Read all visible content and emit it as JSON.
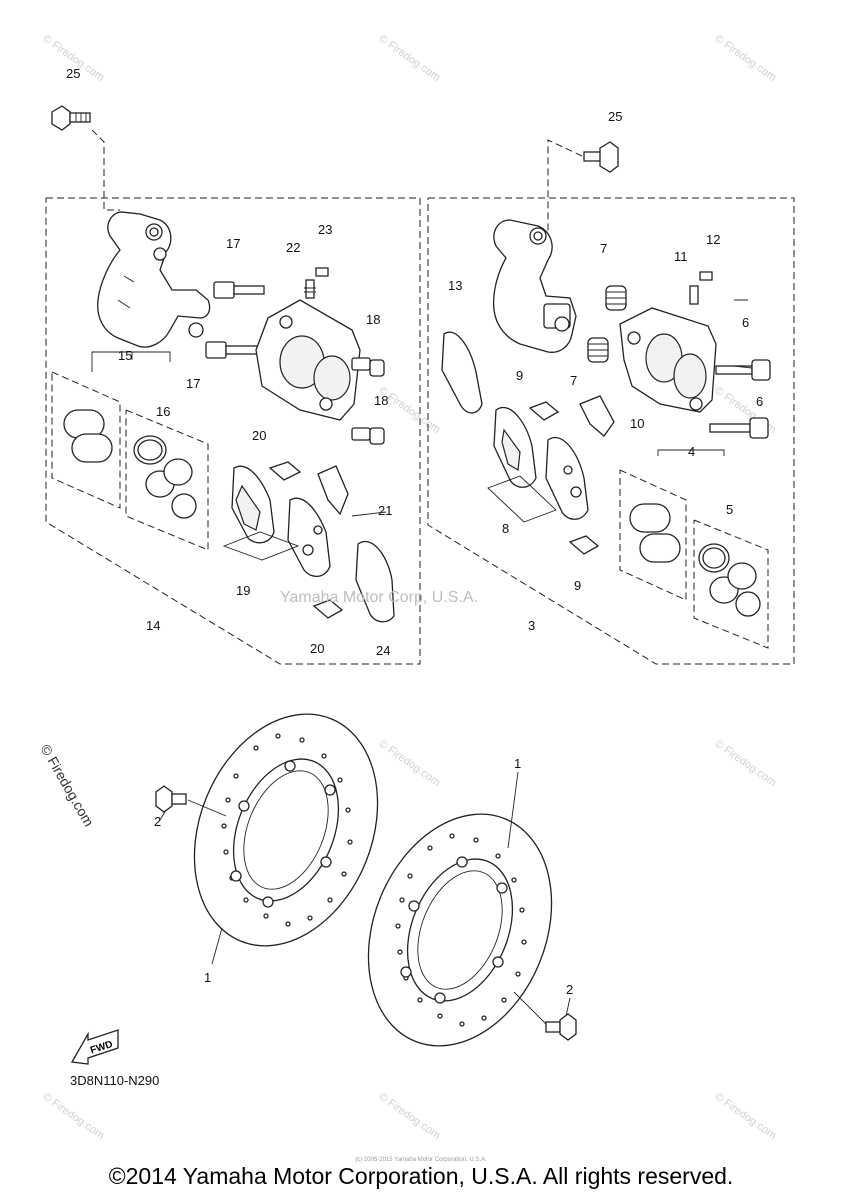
{
  "diagram": {
    "code": "3D8N110-N290",
    "fwd_label": "FWD",
    "center_watermark": "Yamaha Motor Corp, U.S.A.",
    "side_watermark": "© Firedog.com",
    "tile_watermark": "© Firedog.com",
    "callouts": [
      "25",
      "25",
      "17",
      "22",
      "23",
      "18",
      "17",
      "18",
      "15",
      "16",
      "20",
      "21",
      "19",
      "14",
      "20",
      "24",
      "13",
      "9",
      "7",
      "11",
      "12",
      "6",
      "7",
      "6",
      "10",
      "4",
      "5",
      "8",
      "9",
      "3",
      "1",
      "2",
      "1",
      "2"
    ]
  },
  "footer": {
    "copyright": "©2014 Yamaha Motor Corporation, U.S.A. All rights reserved.",
    "small_print": "(c) 2005-2015 Yamaha Motor Corporation, U.S.A."
  },
  "colors": {
    "line": "#222222",
    "watermark": "#c8c8c8",
    "background": "#ffffff"
  }
}
